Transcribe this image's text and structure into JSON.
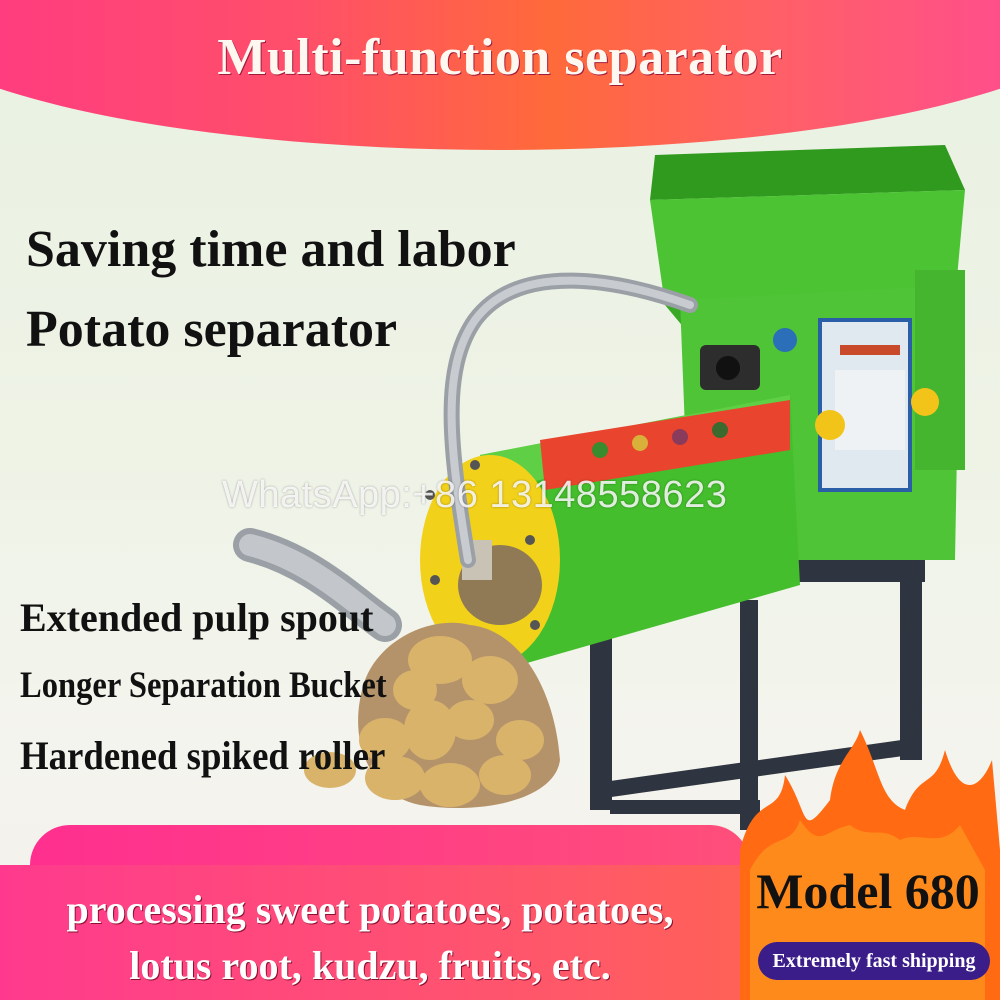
{
  "banner": {
    "title": "Multi-function separator"
  },
  "headlines": {
    "line1": "Saving time and labor",
    "line2": "Potato separator"
  },
  "features": [
    "Extended pulp spout",
    "Longer Separation Bucket",
    "Hardened spiked roller"
  ],
  "watermark": "WhatsApp:+86 13148558623",
  "footer": {
    "line1": "processing sweet potatoes, potatoes,",
    "line2": "lotus root, kudzu, fruits, etc."
  },
  "badge": {
    "model": "Model 680",
    "shipping": "Extremely fast shipping"
  },
  "colors": {
    "banner": "#ff4f6a",
    "machine_green": "#3fbf2a",
    "end_cap": "#f2d11a",
    "ship_pill": "#3b1d8a"
  }
}
